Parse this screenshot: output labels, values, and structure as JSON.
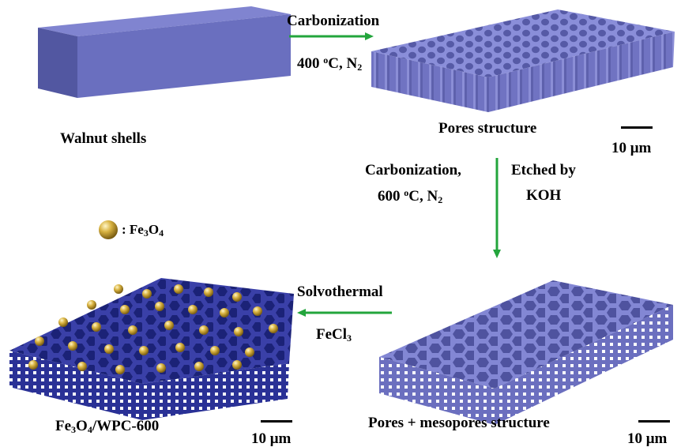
{
  "diagram": {
    "steps": [
      {
        "name": "Walnut shells"
      },
      {
        "name": "Pores structure",
        "scale": "10 μm"
      },
      {
        "name": "Pores + mesopores structure",
        "scale": "10 μm"
      },
      {
        "name_main": "Fe",
        "name_sub1": "3",
        "name_mid": "O",
        "name_sub2": "4",
        "name_tail": "/WPC-600",
        "scale": "10 μm"
      }
    ],
    "arrows": [
      {
        "line1": "Carbonization",
        "line2_pre": "400 ",
        "line2_sup": "o",
        "line2_mid": "C, N",
        "line2_sub": "2"
      },
      {
        "left_line1": "Carbonization,",
        "left_line2_pre": "600 ",
        "left_line2_sup": "o",
        "left_line2_mid": "C, N",
        "left_line2_sub": "2",
        "right_line1": "Etched by",
        "right_line2": "KOH"
      },
      {
        "line1": "Solvothermal",
        "line2_pre": "FeCl",
        "line2_sub": "3"
      }
    ],
    "legend": {
      "prefix": ": Fe",
      "sub1": "3",
      "mid": "O",
      "sub2": "4"
    },
    "colors": {
      "slab_top": "#7b7fcc",
      "slab_front": "#6569b8",
      "slab_side": "#545aa3",
      "honeycomb": "#7f83d3",
      "hole": "#4b4f98",
      "dark_blue": "#27308d",
      "particle": "#c8a22c",
      "arrow": "#23a53c"
    }
  }
}
